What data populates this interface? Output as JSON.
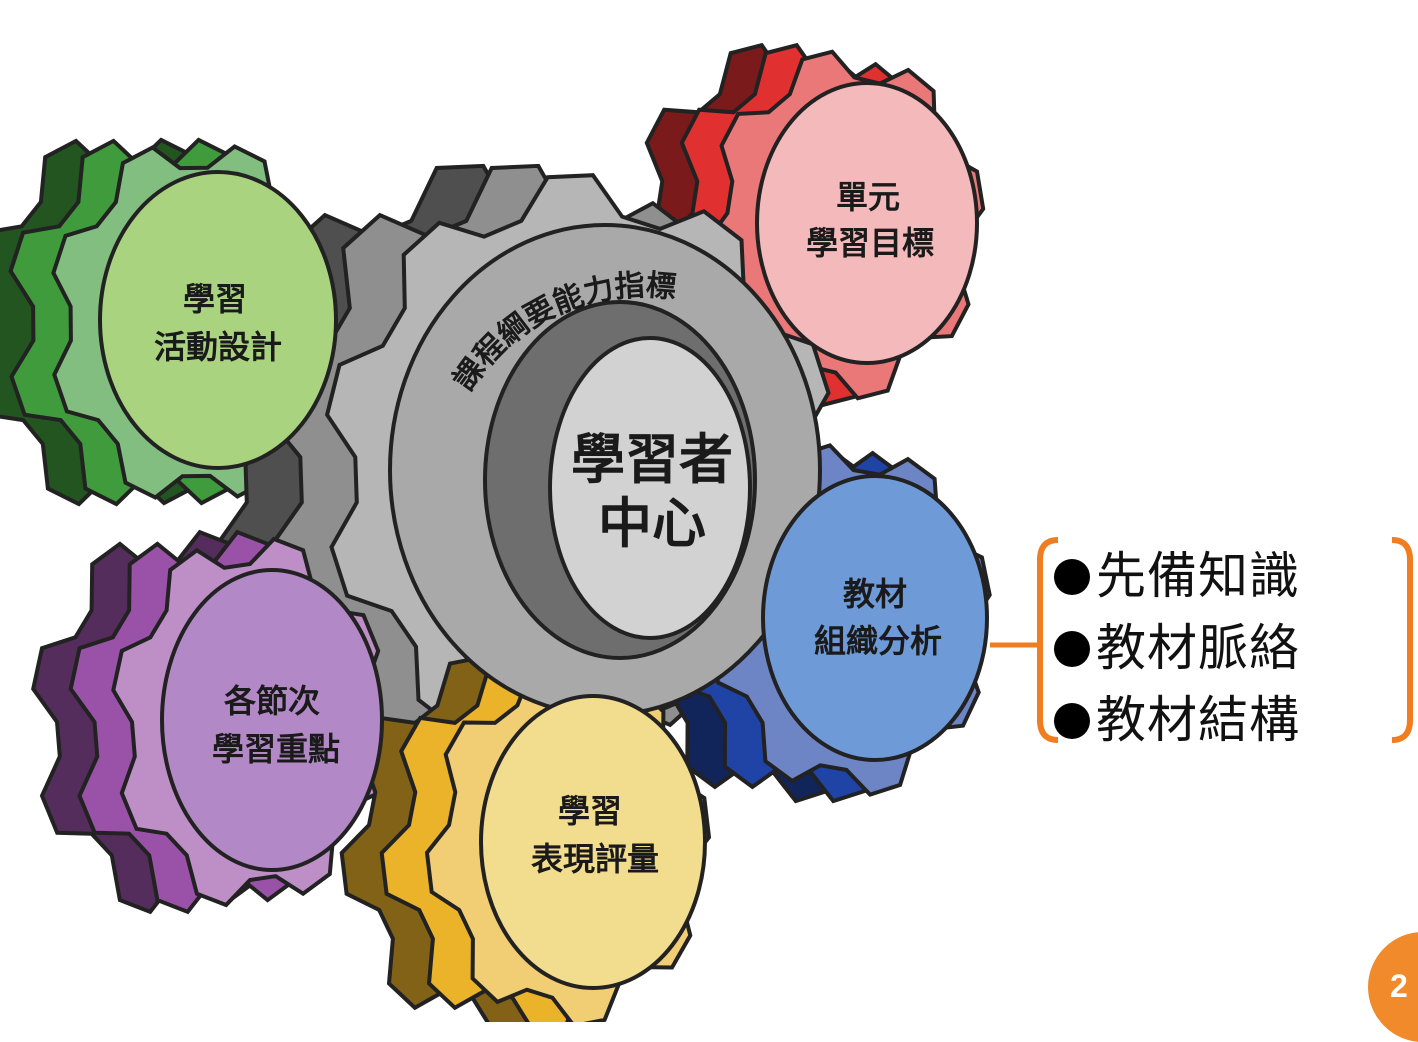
{
  "colors": {
    "center_gear": "#8f8f8f",
    "red_gear": "#e03030",
    "green_gear": "#3f9b3b",
    "purple_gear": "#9a52a8",
    "yellow_gear": "#eab329",
    "blue_gear": "#1f44a6",
    "bracket": "#f07d20",
    "page_badge": "#f08a2a"
  },
  "center": {
    "ring_text": "課程綱要能力指標",
    "line1": "學習者",
    "line2": "中心"
  },
  "gears": {
    "red": {
      "line1": "單元",
      "line2": "學習目標"
    },
    "green": {
      "line1": "學習",
      "line2": "活動設計"
    },
    "blue": {
      "line1": "教材",
      "line2": "組織分析"
    },
    "purple": {
      "line1": "各節次",
      "line2": "學習重點"
    },
    "yellow": {
      "line1": "學習",
      "line2": "表現評量"
    }
  },
  "side_list": {
    "items": [
      "先備知識",
      "教材脈絡",
      "教材結構"
    ]
  },
  "page_number": "2"
}
